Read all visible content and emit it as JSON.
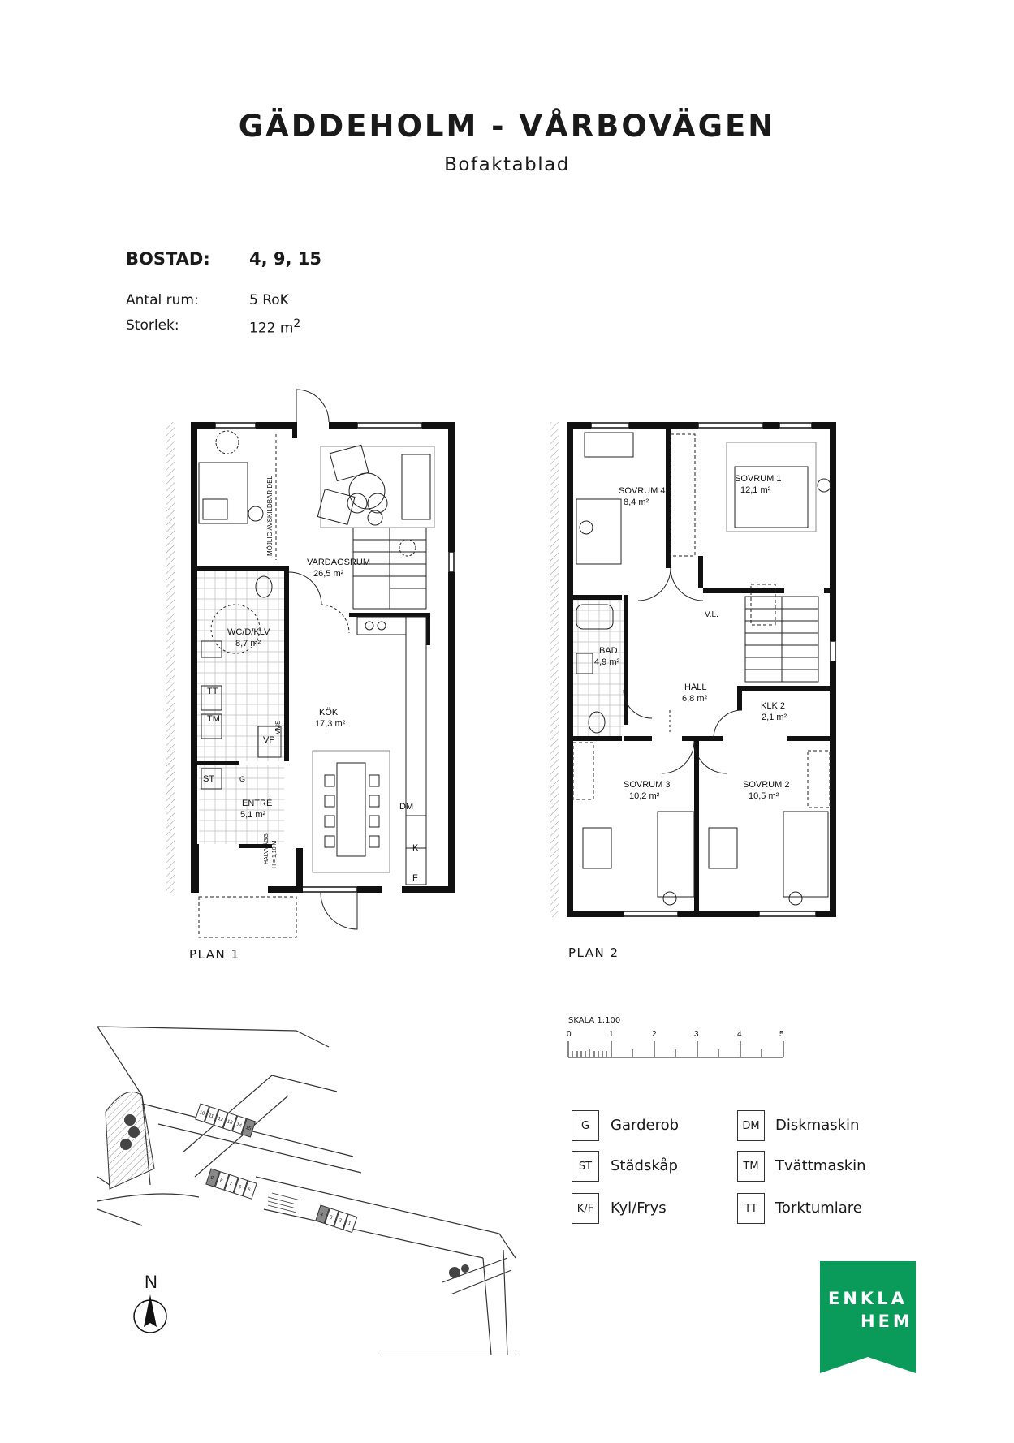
{
  "header": {
    "title": "GÄDDEHOLM - VÅRBOVÄGEN",
    "subtitle": "Bofaktablad"
  },
  "apartment": {
    "bostad_label": "BOSTAD:",
    "bostad_value": "4, 9, 15",
    "rooms_label": "Antal rum:",
    "rooms_value": "5 RoK",
    "size_label": "Storlek:",
    "size_value": "122 m",
    "size_unit_sup": "2"
  },
  "plan1": {
    "label": "PLAN 1",
    "rooms": [
      {
        "name": "VARDAGSRUM",
        "area": "26,5 m²"
      },
      {
        "name": "WC/D/KLV",
        "area": "8,7 m²"
      },
      {
        "name": "KÖK",
        "area": "17,3 m²"
      },
      {
        "name": "ENTRÉ",
        "area": "5,1 m²"
      }
    ],
    "annotations": {
      "divider": "MÖJLIG AVSKILDBAR DEL",
      "tt": "TT",
      "tm": "TM",
      "vp": "VP",
      "vms": "VMS",
      "st": "ST",
      "g": "G",
      "dm": "DM",
      "k": "K",
      "f": "F",
      "halvvagg": "HALVVÄGG",
      "halvvagg_h": "H = 1,10 M"
    }
  },
  "plan2": {
    "label": "PLAN 2",
    "rooms": [
      {
        "name": "SOVRUM 4",
        "area": "8,4 m²"
      },
      {
        "name": "SOVRUM 1",
        "area": "12,1 m²"
      },
      {
        "name": "BAD",
        "area": "4,9 m²"
      },
      {
        "name": "HALL",
        "area": "6,8 m²"
      },
      {
        "name": "KLK 2",
        "area": "2,1 m²"
      },
      {
        "name": "SOVRUM 3",
        "area": "10,2 m²"
      },
      {
        "name": "SOVRUM 2",
        "area": "10,5 m²"
      }
    ],
    "annotations": {
      "vl": "V.L."
    }
  },
  "site_map": {
    "north_label": "N",
    "unit_numbers_top": [
      "10",
      "11",
      "12",
      "13",
      "14",
      "15"
    ],
    "unit_numbers_mid": [
      "9",
      "8",
      "7",
      "6",
      "5"
    ],
    "unit_numbers_bottom": [
      "4",
      "3",
      "2",
      "1"
    ]
  },
  "scale": {
    "label": "SKALA 1:100",
    "ticks": [
      "0",
      "1",
      "2",
      "3",
      "4",
      "5"
    ]
  },
  "legend": [
    {
      "code": "G",
      "text": "Garderob"
    },
    {
      "code": "ST",
      "text": "Städskåp"
    },
    {
      "code": "K/F",
      "text": "Kyl/Frys"
    },
    {
      "code": "DM",
      "text": "Diskmaskin"
    },
    {
      "code": "TM",
      "text": "Tvättmaskin"
    },
    {
      "code": "TT",
      "text": "Torktumlare"
    }
  ],
  "logo": {
    "line1": "ENKLA",
    "line2": "HEM",
    "color": "#0a9a5a"
  }
}
